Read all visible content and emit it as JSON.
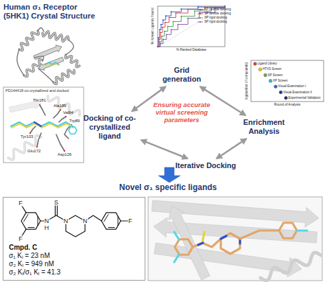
{
  "diagram": {
    "nodes": [
      {
        "text": [
          "Grid generation"
        ]
      },
      {
        "text": [
          "Docking of co-crystallized ligand"
        ]
      },
      {
        "text": [
          "Enrichment Analysis"
        ]
      },
      {
        "text": [
          "Iterative Docking"
        ]
      },
      {
        "text": [
          "Cmpd. C",
          "σ₁ Kᵢ = 23 nM",
          "σ₂ Kᵢ = 949 nM",
          "σ₂ Kᵢ/σ₁ Kᵢ = 41.3"
        ]
      }
    ],
    "edges": [
      {
        "from": 1,
        "to": 0,
        "arrow": "both"
      },
      {
        "from": 0,
        "to": 2,
        "arrow": "both"
      },
      {
        "from": 2,
        "to": 3,
        "arrow": "both"
      },
      {
        "from": 3,
        "to": 1,
        "arrow": "both"
      }
    ],
    "labels": [
      "Human σ₁ Receptor (5HK1) Crystal Structure",
      "PD144418 co-crystallized and docked",
      "Thr181",
      "Ala185",
      "Val84",
      "Trp89",
      "Tyr103",
      "Glu172",
      "Asp126",
      "Ensuring accurate virtual screening parameters",
      "% Known Ligands Found",
      "% Ranked Database",
      "log(number of compounds)",
      "Round of Analysis",
      "Ligand Library",
      "HTVS Screen",
      "SP Screen",
      "XP Screen",
      "Visual Examination I",
      "Visual Examination II",
      "Experimental Validation",
      "Novel σ₁ specific ligands",
      "F",
      "S",
      "N",
      "H",
      "N",
      "N",
      "F",
      "F"
    ],
    "legend": [
      {
        "text": "XP flexible docking"
      },
      {
        "text": "SP flexible docking"
      },
      {
        "text": "XP rigid docking"
      },
      {
        "text": "SP rigid docking"
      }
    ]
  }
}
